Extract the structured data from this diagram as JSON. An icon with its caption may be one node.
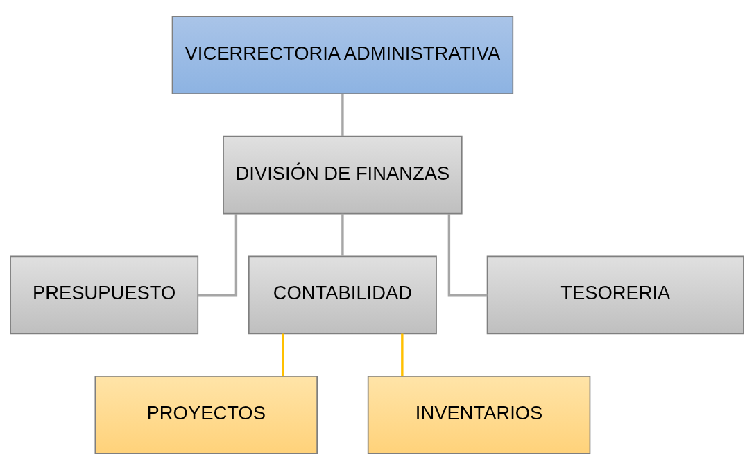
{
  "diagram": {
    "nodes": [
      {
        "text": [
          "VICERRECTORIA ADMINISTRATIVA"
        ]
      },
      {
        "text": [
          "DIVISIÓN DE FINANZAS"
        ]
      },
      {
        "text": [
          "PRESUPUESTO"
        ]
      },
      {
        "text": [
          "CONTABILIDAD"
        ]
      },
      {
        "text": [
          "TESORERIA"
        ]
      },
      {
        "text": [
          "PROYECTOS"
        ]
      },
      {
        "text": [
          "INVENTARIOS"
        ]
      }
    ],
    "edges": [
      {
        "from": 0,
        "to": 1,
        "arrow": "none"
      },
      {
        "from": 1,
        "to": 2,
        "arrow": "none"
      },
      {
        "from": 1,
        "to": 3,
        "arrow": "none"
      },
      {
        "from": 1,
        "to": 4,
        "arrow": "none"
      },
      {
        "from": 3,
        "to": 5,
        "arrow": "none",
        "color": "#ffc000"
      },
      {
        "from": 3,
        "to": 6,
        "arrow": "none",
        "color": "#ffc000"
      }
    ]
  }
}
